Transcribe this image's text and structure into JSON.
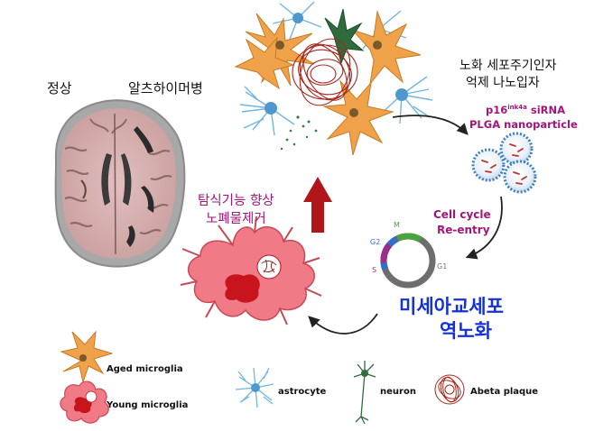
{
  "labels": {
    "normal": "정상",
    "alzheimer": "알츠하이머병",
    "nanoparticle_title_line1": "노화 세포주기인자",
    "nanoparticle_title_line2": "억제 나노입자",
    "sirna_prefix": "p16",
    "sirna_superscript": "ink4a",
    "sirna_suffix": " siRNA",
    "plga": "PLGA nanoparticle",
    "cell_cycle_line1": "Cell cycle",
    "cell_cycle_line2": "Re-entry",
    "phagocytosis_line1": "탐식기능 향상",
    "phagocytosis_line2": "노폐물제거",
    "rejuvenation_line1": "미세아교세포",
    "rejuvenation_line2": "역노화"
  },
  "cell_cycle_phases": [
    "M",
    "G2",
    "S",
    "G1"
  ],
  "legend": [
    {
      "label": "Aged microglia",
      "icon": "aged-microglia-icon"
    },
    {
      "label": "Young microglia",
      "icon": "young-microglia-icon"
    },
    {
      "label": "astrocyte",
      "icon": "astrocyte-icon"
    },
    {
      "label": "neuron",
      "icon": "neuron-icon"
    },
    {
      "label": "Abeta plaque",
      "icon": "abeta-plaque-icon"
    }
  ],
  "colors": {
    "magenta_text": "#a3157a",
    "blue_text": "#1530d8",
    "aged_microglia": "#f0a24a",
    "young_microglia": "#f07a86",
    "astrocyte": "#6fb6e3",
    "neuron": "#2e6b3d",
    "plaque": "#a8281d",
    "arrow_red": "#b0161a",
    "phase_M": "#4aa33f",
    "phase_G2": "#2f6fd0",
    "phase_S": "#9a2f8a",
    "phase_G1": "#777777"
  }
}
